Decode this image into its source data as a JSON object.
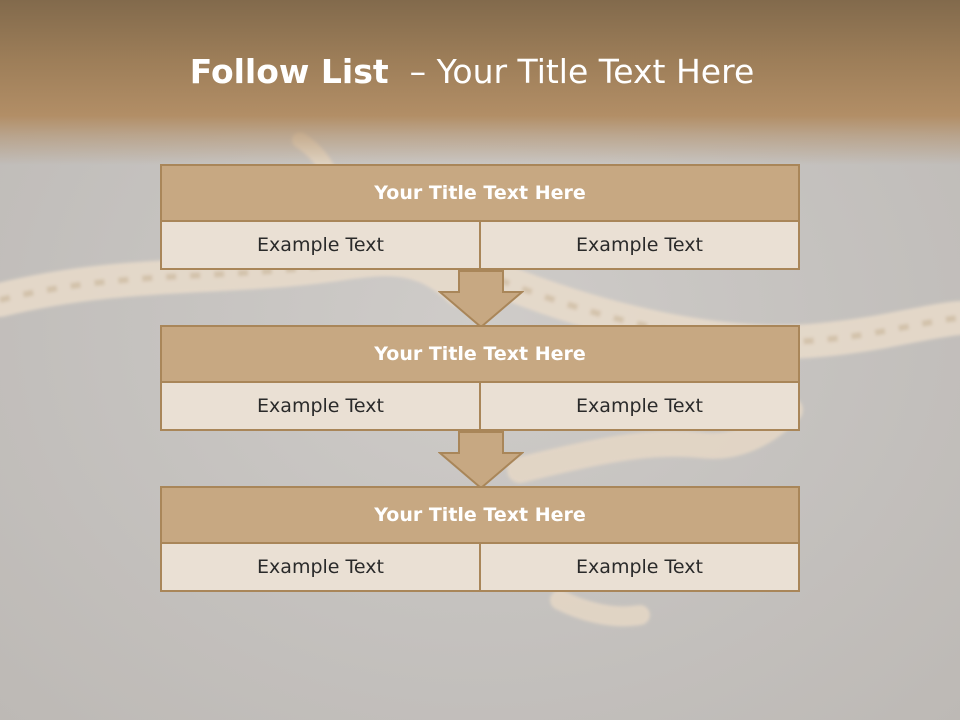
{
  "title": {
    "bold": "Follow List",
    "rest": "  – Your Title Text Here"
  },
  "blocks": [
    {
      "title": "Your Title Text Here",
      "left": "Example Text",
      "right": "Example Text"
    },
    {
      "title": "Your Title Text Here",
      "left": "Example Text",
      "right": "Example Text"
    },
    {
      "title": "Your Title Text Here",
      "left": "Example Text",
      "right": "Example Text"
    }
  ],
  "colors": {
    "header": "#b28e66",
    "block_head": "#c7a882",
    "cell": "#eae0d4",
    "border": "#a98659"
  },
  "background_image": "frayed-rope"
}
